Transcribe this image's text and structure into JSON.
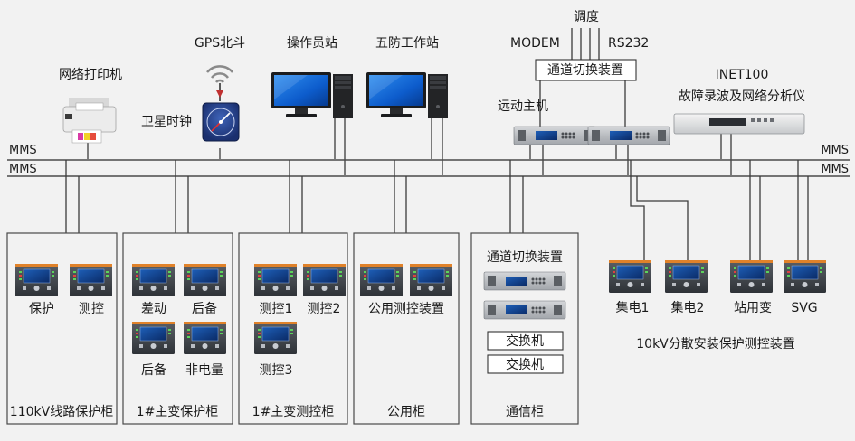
{
  "top": {
    "dispatch": "调度",
    "modem": "MODEM",
    "rs232": "RS232",
    "channel_switch": "通道切换装置",
    "telecontrol_host": "远动主机",
    "gps": "GPS北斗",
    "satellite_clock": "卫星时钟",
    "printer": "网络打印机",
    "operator_station": "操作员站",
    "five_prevention_station": "五防工作站",
    "inet_model": "INET100",
    "fault_recorder": "故障录波及网络分析仪"
  },
  "bus": {
    "mms_left_1": "MMS",
    "mms_left_2": "MMS",
    "mms_right_1": "MMS",
    "mms_right_2": "MMS"
  },
  "cabinets": {
    "line_protection": {
      "title": "110kV线路保护柜",
      "dev1": "保护",
      "dev2": "测控"
    },
    "main_transformer_protection": {
      "title": "1#主变保护柜",
      "dev1": "差动",
      "dev2": "后备",
      "dev3": "后备",
      "dev4": "非电量"
    },
    "main_transformer_control": {
      "title": "1#主变测控柜",
      "dev1": "测控1",
      "dev2": "测控2",
      "dev3": "测控3"
    },
    "public": {
      "title": "公用柜",
      "dev1": "公用测控装置"
    },
    "communication": {
      "title": "通信柜",
      "channel_switch": "通道切换装置",
      "switch1": "交换机",
      "switch2": "交换机"
    }
  },
  "distributed": {
    "title": "10kV分散安装保护测控装置",
    "dev1": "集电1",
    "dev2": "集电2",
    "dev3": "站用变",
    "dev4": "SVG"
  }
}
